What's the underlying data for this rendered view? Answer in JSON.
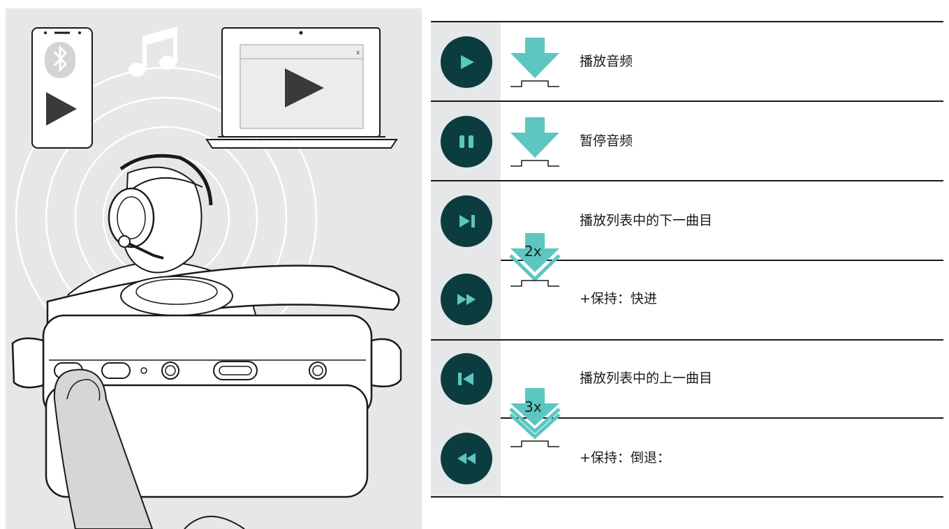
{
  "brand_colors": {
    "button_dark": "#0b3c40",
    "icon_teal": "#5cc6c0",
    "panel_grey": "#e6e7e8",
    "line": "#1a1a1a"
  },
  "illustration": {
    "icons": [
      "smartphone-bluetooth-icon",
      "music-note-icon",
      "laptop-play-icon",
      "headset-user-icon",
      "headset-control-closeup"
    ],
    "laptop_window_close": "x"
  },
  "rows": [
    {
      "button_icon": "play-icon",
      "press_icon": "single-press-icon",
      "label": "播放音频"
    },
    {
      "button_icon": "pause-icon",
      "press_icon": "single-press-icon",
      "label": "暂停音频"
    },
    {
      "button_icon": "next-track-icon",
      "label": "播放列表中的下一曲目"
    },
    {
      "button_icon": "fast-forward-icon",
      "label": "+保持：快进"
    },
    {
      "button_icon": "previous-track-icon",
      "label": "播放列表中的上一曲目"
    },
    {
      "button_icon": "rewind-icon",
      "label": "+保持：倒退："
    }
  ],
  "double_press": {
    "count_label": "2x"
  },
  "triple_press": {
    "count_label": "3x"
  }
}
